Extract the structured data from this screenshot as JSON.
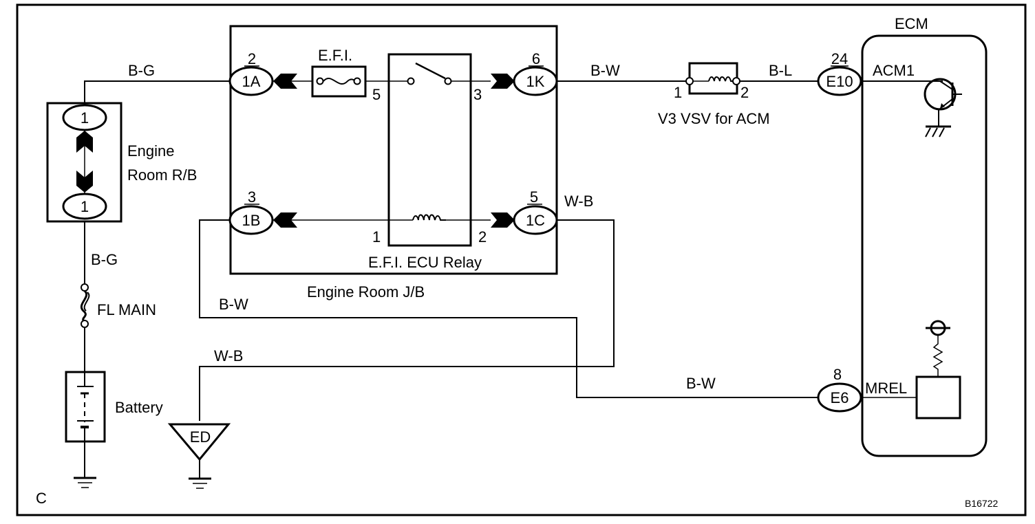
{
  "diagram": {
    "corner_label": "C",
    "figure_id": "B16722",
    "components": {
      "engine_room_rb": {
        "label_line1": "Engine",
        "label_line2": "Room R/B",
        "top_pin": "1",
        "bottom_pin": "1"
      },
      "fl_main": {
        "label": "FL MAIN"
      },
      "battery": {
        "label": "Battery"
      },
      "ground_ed": {
        "label": "ED"
      },
      "engine_room_jb": {
        "label": "Engine Room J/B"
      },
      "efi_fuse": {
        "label": "E.F.I."
      },
      "efi_ecu_relay": {
        "label": "E.F.I. ECU Relay",
        "pin5": "5",
        "pin3": "3",
        "pin1": "1",
        "pin2": "2"
      },
      "vsv": {
        "label": "V3 VSV for ACM",
        "pin1": "1",
        "pin2": "2"
      },
      "ecm": {
        "label": "ECM",
        "acm1": "ACM1",
        "mrel": "MREL"
      }
    },
    "connectors": {
      "c1A": {
        "id": "1A",
        "pin": "2"
      },
      "c1B": {
        "id": "1B",
        "pin": "3"
      },
      "c1K": {
        "id": "1K",
        "pin": "6"
      },
      "c1C": {
        "id": "1C",
        "pin": "5"
      },
      "cE10": {
        "id": "E10",
        "pin": "24"
      },
      "cE6": {
        "id": "E6",
        "pin": "8"
      }
    },
    "wires": {
      "rb_to_1a": "B-G",
      "rb_to_fuse": "B-G",
      "k1_to_vsv": "B-W",
      "vsv_to_e10": "B-L",
      "c1c_out": "W-B",
      "b1_out": "B-W",
      "ground_ed": "W-B",
      "to_e6": "B-W"
    }
  }
}
